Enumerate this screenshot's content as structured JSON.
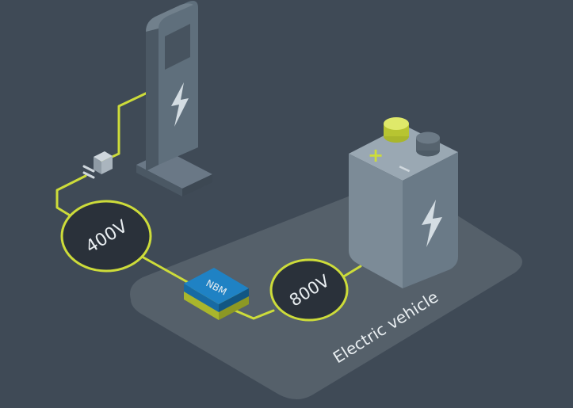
{
  "diagram": {
    "charger_label": "400V",
    "converter_label": "NBM",
    "battery_label": "800V",
    "zone_label": "Electric vehicle",
    "battery_positive_symbol": "+",
    "battery_negative_symbol": "−"
  },
  "colors": {
    "background": "#3f4a56",
    "platform": "#56616c",
    "cable": "#cddc3a",
    "voltage_badge": "#2a313a",
    "station_front": "#5f6f7c",
    "station_side": "#4b5864",
    "battery_front": "#6a7a87",
    "battery_top": "#9aa8b3",
    "nbm_top": "#1f82c4",
    "accent_icon": "#d4dde3"
  },
  "icons": {
    "charger": "charging-station-icon",
    "plug": "plug-icon",
    "converter": "nbm-module-icon",
    "battery": "battery-icon",
    "bolt": "lightning-bolt-icon"
  }
}
